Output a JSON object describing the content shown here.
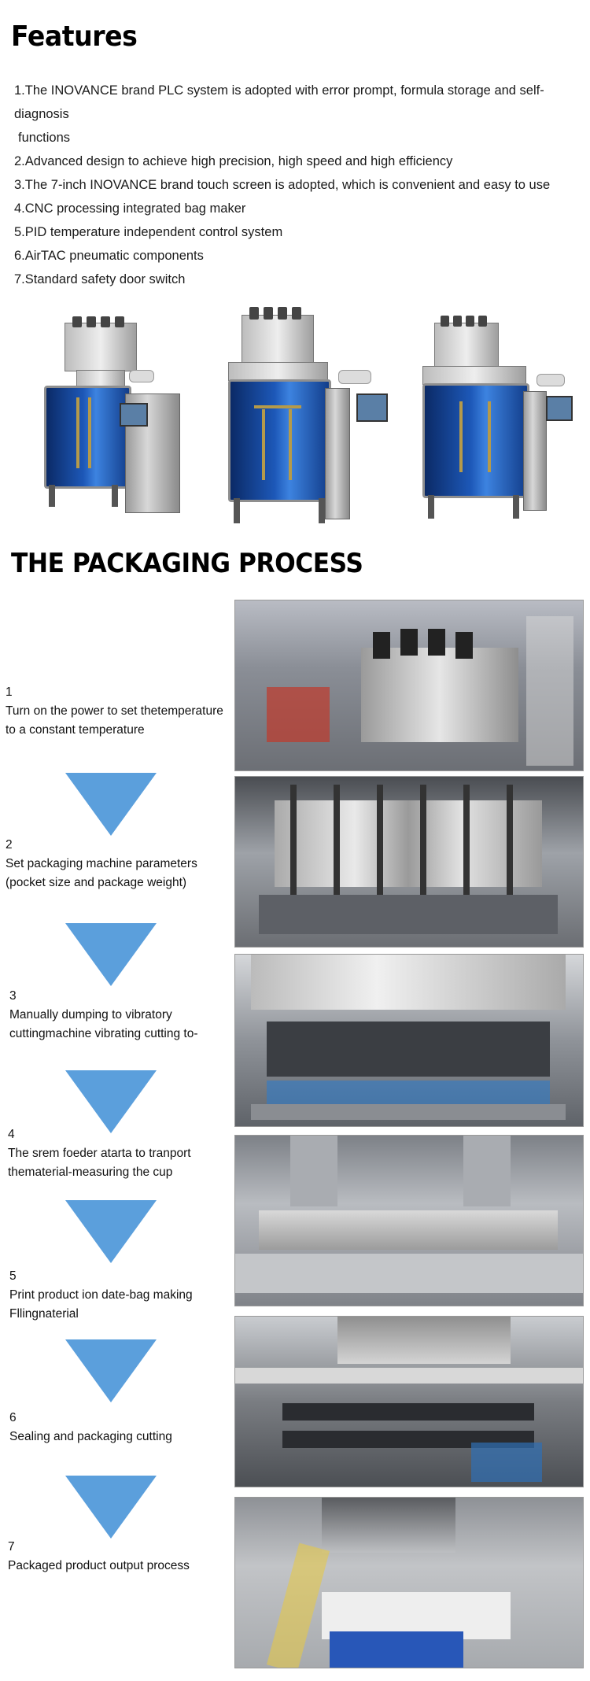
{
  "features": {
    "title": "Features",
    "items": [
      {
        "text": "1.The INOVANCE brand PLC system is adopted with error prompt, formula storage and self-diagnosis",
        "cont": "functions"
      },
      {
        "text": "2.Advanced design to achieve high precision, high speed and high efficiency"
      },
      {
        "text": "3.The 7-inch INOVANCE brand touch screen is adopted, which is convenient and easy to use"
      },
      {
        "text": "4.CNC processing integrated bag maker"
      },
      {
        "text": "5.PID temperature independent control system"
      },
      {
        "text": "6.AirTAC pneumatic components"
      },
      {
        "text": "7.Standard safety door switch"
      }
    ]
  },
  "process": {
    "title": "THE PACKAGING PROCESS",
    "steps": [
      {
        "number": "1",
        "lines": [
          "Turn on the power to set thetemperature",
          "to a constant temperature"
        ]
      },
      {
        "number": "2",
        "lines": [
          "Set packaging machine parameters",
          "(pocket size and package weight)"
        ]
      },
      {
        "number": "3",
        "lines": [
          "Manually dumping to vibratory",
          "cuttingmachine  vibrating cutting to-"
        ]
      },
      {
        "number": "4",
        "lines": [
          "The srem foeder atarta to tranport",
          "thematerial-measuring the cup"
        ]
      },
      {
        "number": "5",
        "lines": [
          "Print product ion date-bag making",
          "Fllingnaterial"
        ]
      },
      {
        "number": "6",
        "lines": [
          "Sealing and packaging cutting"
        ]
      },
      {
        "number": "7",
        "lines": [
          "Packaged product output process"
        ]
      }
    ]
  },
  "colors": {
    "triangle": "#5b9fdc",
    "machine_blue": "#1d58b8",
    "frame": "#b59a4a"
  }
}
